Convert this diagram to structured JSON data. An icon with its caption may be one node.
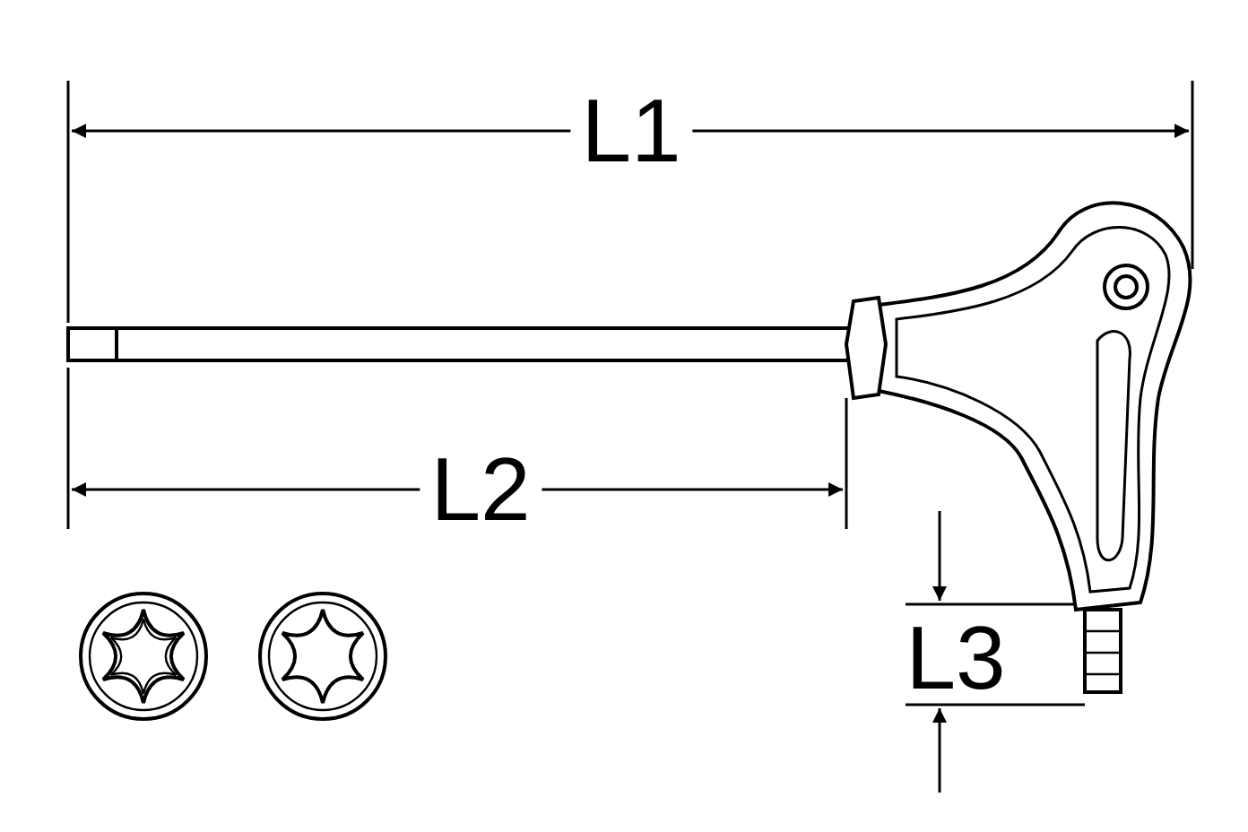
{
  "diagram": {
    "labels": [
      "L1",
      "L2",
      "L3"
    ]
  }
}
